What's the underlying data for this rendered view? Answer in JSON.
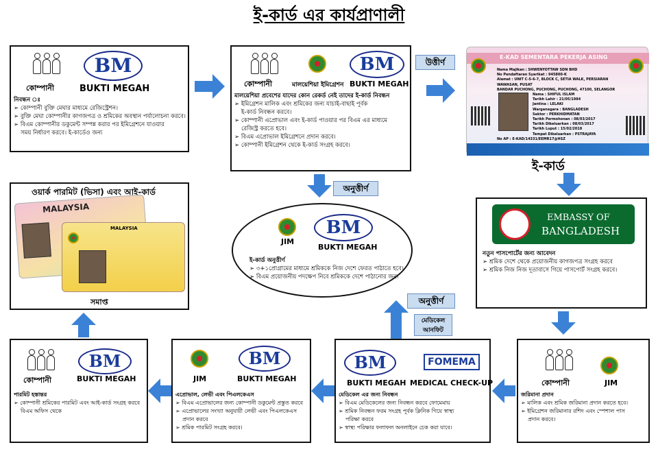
{
  "title": "ই-কার্ড এর কার্যপ্রাণালী",
  "box1": {
    "company": "কোম্পানী",
    "bm_logo": "BM",
    "bukti": "BUKTI MEGAH",
    "heading": "নিবন্ধন ঃ",
    "lines": [
      "➢ কোম্পানী বুক্তি মেঘার মাধ্যমে রেজিস্ট্রেশন।",
      "➢ বুক্তি মেঘা কোম্পানীর কাগজপত্র ও শ্রমিকের অবস্থান পর্যালোচনা করবে।",
      "➢ বিএম কোম্পানীর ডকুমেন্ট সম্পন্ন করার পর ইমিগ্রেশনে যাওয়ার",
      "সময় নির্ধারণ করবে। ই-কার্ডেও জন্য"
    ]
  },
  "box2": {
    "company": "কোম্পানী",
    "immigration": "মালয়েশিয়া ইমিগ্রেশন",
    "bm_logo": "BM",
    "bukti": "BUKTI MEGAH",
    "heading": "মালয়েশিয়া প্রবেশের যাদের কোন রেকর্ড নেই তাদের ই-কার্ড নিবন্ধন",
    "lines": [
      "➢ ইমিগ্রেশন মালিক এবং শ্রমিকের জন্য যাচাই-বাছাই পূর্বক",
      "ই-কার্ড নিবন্ধন করবে।",
      "➢ কোম্পানী এপ্রোভাল এবং ই-কার্ড পাওয়ার পর বিএম এর মাধ্যমে",
      "রেজিস্ট্র করতে হবে।",
      "➢ বিএম এপ্রোভাল ইমিগ্রেশনে প্রদান করবে।",
      "➢ কোম্পানী ইমিগ্রেশন থেকে ই-কার্ড সংগ্রহ করবে।"
    ]
  },
  "tag_passed": "উত্তীর্ণ",
  "tag_failed_1": "অনুত্তীর্ণ",
  "tag_failed_2": "অনুত্তীর্ণ",
  "tag_medical": "মেডিকেল আনফিট",
  "ecard": {
    "label": "ই-কার্ড",
    "header": "E-KAD SEMENTARA PEKERJA ASING",
    "fields": [
      "Nama Majikan : SHWENYOTTAW SDN BHD",
      "No Pendaftaran Syarikat : 945800-K",
      "Alamat : UNIT C-5-6-7, BLOCK C, SETIA WALK, PERSIARAN WAWASAN, PUSAT",
      "BANDAR PUCHONG, PUCHONG, PUCHONG, 47100, SELANGOR",
      "Nama : SHIFUL ISLAM",
      "Tarikh Lahir : 21/05/1984",
      "Jantina : LELAKI",
      "Warganegara : BANGLADESH",
      "Sektor : PERKHIDMATAN",
      "Tarikh Permohonan : 08/03/2017",
      "Tarikh Dikeluarkan : 08/03/2017",
      "Tarikh Luput : 15/02/2018",
      "Tempat Dikeluarkan : PSTRAJAYA",
      "No AP : E-KAD/14331/EEMR17@HSZ"
    ]
  },
  "embassy": {
    "line1": "EMBASSY OF",
    "line2": "BANGLADESH",
    "heading": "নতুন পাসপোর্টের জন্য আবেদন",
    "lines": [
      "➢ শ্রমিক দেশে থেকে প্রয়োজনীয় কাগজপত্র সংগ্রহ করবে",
      "➢ শ্রমিক নিজ নিজ দূতাবাসে গিয়ে পাসপোর্ট সংগ্রহ করবে।"
    ]
  },
  "work_permit": {
    "title": "ওয়ার্ক পারমিট (ভিসা) এবং আই-কার্ড",
    "card1_header": "MALAYSIA",
    "card2_header": "MALAYSIA",
    "done": "সমাপ্ত"
  },
  "center": {
    "jim": "JIM",
    "bm_logo": "BM",
    "bukti": "BUKTI MEGAH",
    "heading": "ই-কার্ড অনুত্তীর্ণ",
    "lines": [
      "➢ ৩+১প্রোগ্রামের মাধ্যমে শ্রমিককে নিজ দেশে ফেরত পাঠাতে হবে।",
      "➢ বিএম প্রয়োজনীয় পদক্ষেপ নিবে শ্রমিককে দেশে পাঠানোর জন্য"
    ]
  },
  "fine": {
    "company": "কোম্পানী",
    "jim": "JIM",
    "heading": "জরিমানা প্রদান",
    "lines": [
      "➢ মালিক এবং শ্রমিক জরিমানা প্রদান করতে হবে।",
      "➢ ইমিগ্রেশন জরিমানার রশিদ এবং স্পেশাল পাস",
      "প্রদান করবে।"
    ]
  },
  "medical": {
    "bm_logo": "BM",
    "bukti": "BUKTI MEGAH",
    "fomema": "FOMEMA",
    "medical_checkup": "MEDICAL CHECK-UP",
    "heading": "মেডিকেল এর জন্য নিবন্ধন",
    "lines": [
      "➢ বিএম মেডিকেলের জন্য নিবন্ধন করবে ফোমেমায়",
      "➢ শ্রমিক নিবন্ধন ফরম সংগ্রহ পূর্বক ক্লিনিক গিয়ে স্বাস্থ্য",
      "পরিক্ষা করবে",
      "➢ স্বাস্থ্য পরিক্ষার ফলাফল অনলাইনে চেক করা যাবে।"
    ]
  },
  "approval": {
    "jim": "JIM",
    "bm_logo": "BM",
    "bukti": "BUKTI MEGAH",
    "heading": "এপ্রোভাল, লেভী এবং পিএলকেএস",
    "lines": [
      "➢ বিএম এপ্রোভালের জন্য কোম্পানী ডকুমেন্ট প্রস্তুত করবে",
      "➢ এপ্রোভালের সংখ্যা অনুযায়ী লেভী এবং পিএলকেএস",
      "প্রদান করবে",
      "➢ শ্রমিক পারমিট সংগ্রহ করবে।"
    ]
  },
  "permit": {
    "company": "কোম্পানী",
    "bm_logo": "BM",
    "bukti": "BUKTI MEGAH",
    "heading": "পারমিট হস্তান্তর",
    "lines": [
      "➢ কোম্পানী শ্রমিকের পারমিট এবং আই-কার্ড সংগ্রহ করবে",
      "বিএম অফিস থেকে"
    ]
  },
  "colors": {
    "arrow": "#3b82d6",
    "tag_bg": "#c9dcf0",
    "bm_blue": "#1a3c9a",
    "bm_red": "#c8102e",
    "embassy_green": "#0b6b2f"
  }
}
